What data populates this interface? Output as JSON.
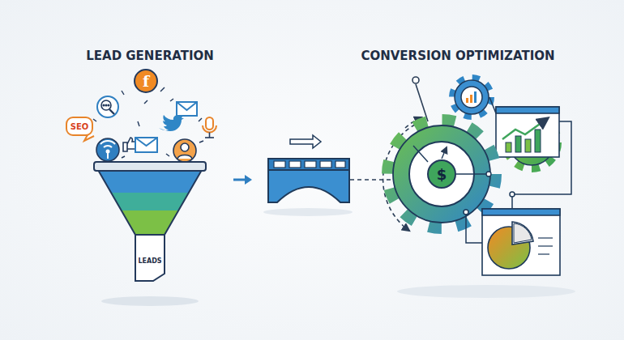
{
  "diagram": {
    "nodes": [
      {
        "text": [
          "f"
        ]
      },
      {
        "text": [
          "SEO"
        ]
      },
      {
        "text": [
          "LEADS"
        ]
      },
      {
        "text": [
          "$"
        ]
      }
    ],
    "labels": [
      "LEAD GENERATION",
      "CONVERSION OPTIMIZATION"
    ]
  }
}
